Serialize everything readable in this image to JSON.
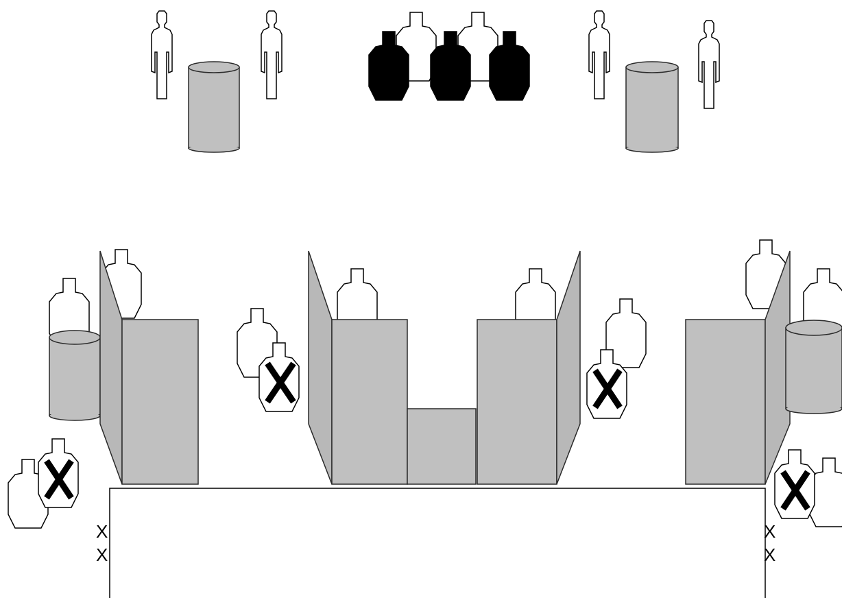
{
  "stage_layout": {
    "edge_marks": [
      "X",
      "X",
      "X",
      "X"
    ]
  }
}
